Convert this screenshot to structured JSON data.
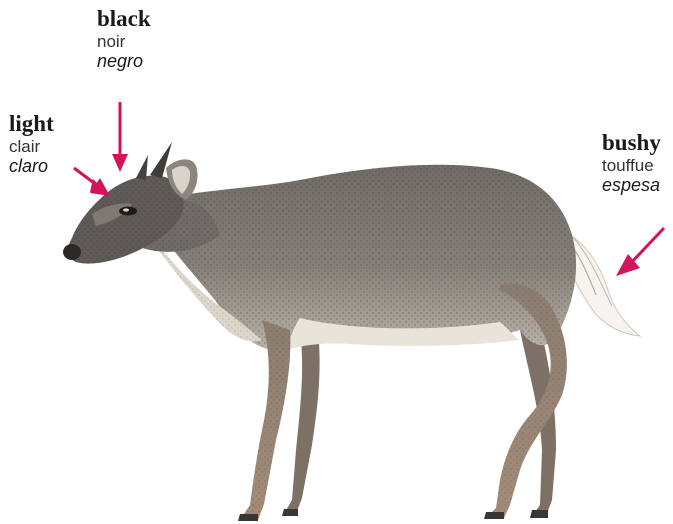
{
  "colors": {
    "arrow": "#d4145a",
    "body_gray": "#7a7772",
    "body_dark": "#4f4c48",
    "belly": "#e9e4da",
    "leg_tan": "#a28a78",
    "tail_white": "#f7f4ef"
  },
  "labels": {
    "black": {
      "en": "black",
      "fr": "noir",
      "es": "negro"
    },
    "light": {
      "en": "light",
      "fr": "clair",
      "es": "claro"
    },
    "bushy": {
      "en": "bushy",
      "fr": "touffue",
      "es": "espesa"
    }
  }
}
